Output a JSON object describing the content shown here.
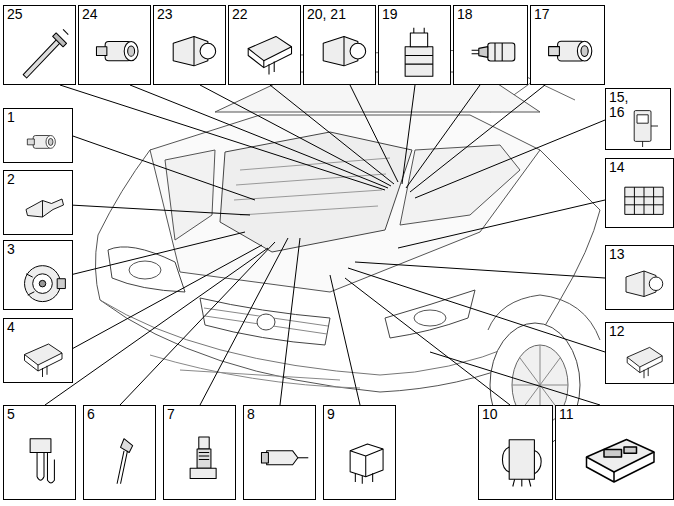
{
  "diagram": {
    "nodes": [
      {
        "text": [
          "25"
        ]
      },
      {
        "text": [
          "24"
        ]
      },
      {
        "text": [
          "23"
        ]
      },
      {
        "text": [
          "22"
        ]
      },
      {
        "text": [
          "20, 21"
        ]
      },
      {
        "text": [
          "19"
        ]
      },
      {
        "text": [
          "18"
        ]
      },
      {
        "text": [
          "17"
        ]
      },
      {
        "text": [
          "1"
        ]
      },
      {
        "text": [
          "15, 16"
        ]
      },
      {
        "text": [
          "2"
        ]
      },
      {
        "text": [
          "14"
        ]
      },
      {
        "text": [
          "3"
        ]
      },
      {
        "text": [
          "13"
        ]
      },
      {
        "text": [
          "4"
        ]
      },
      {
        "text": [
          "12"
        ]
      },
      {
        "text": [
          "5"
        ]
      },
      {
        "text": [
          "6"
        ]
      },
      {
        "text": [
          "7"
        ]
      },
      {
        "text": [
          "8"
        ]
      },
      {
        "text": [
          "9"
        ]
      },
      {
        "text": [
          "10"
        ]
      },
      {
        "text": [
          "11"
        ]
      }
    ]
  }
}
